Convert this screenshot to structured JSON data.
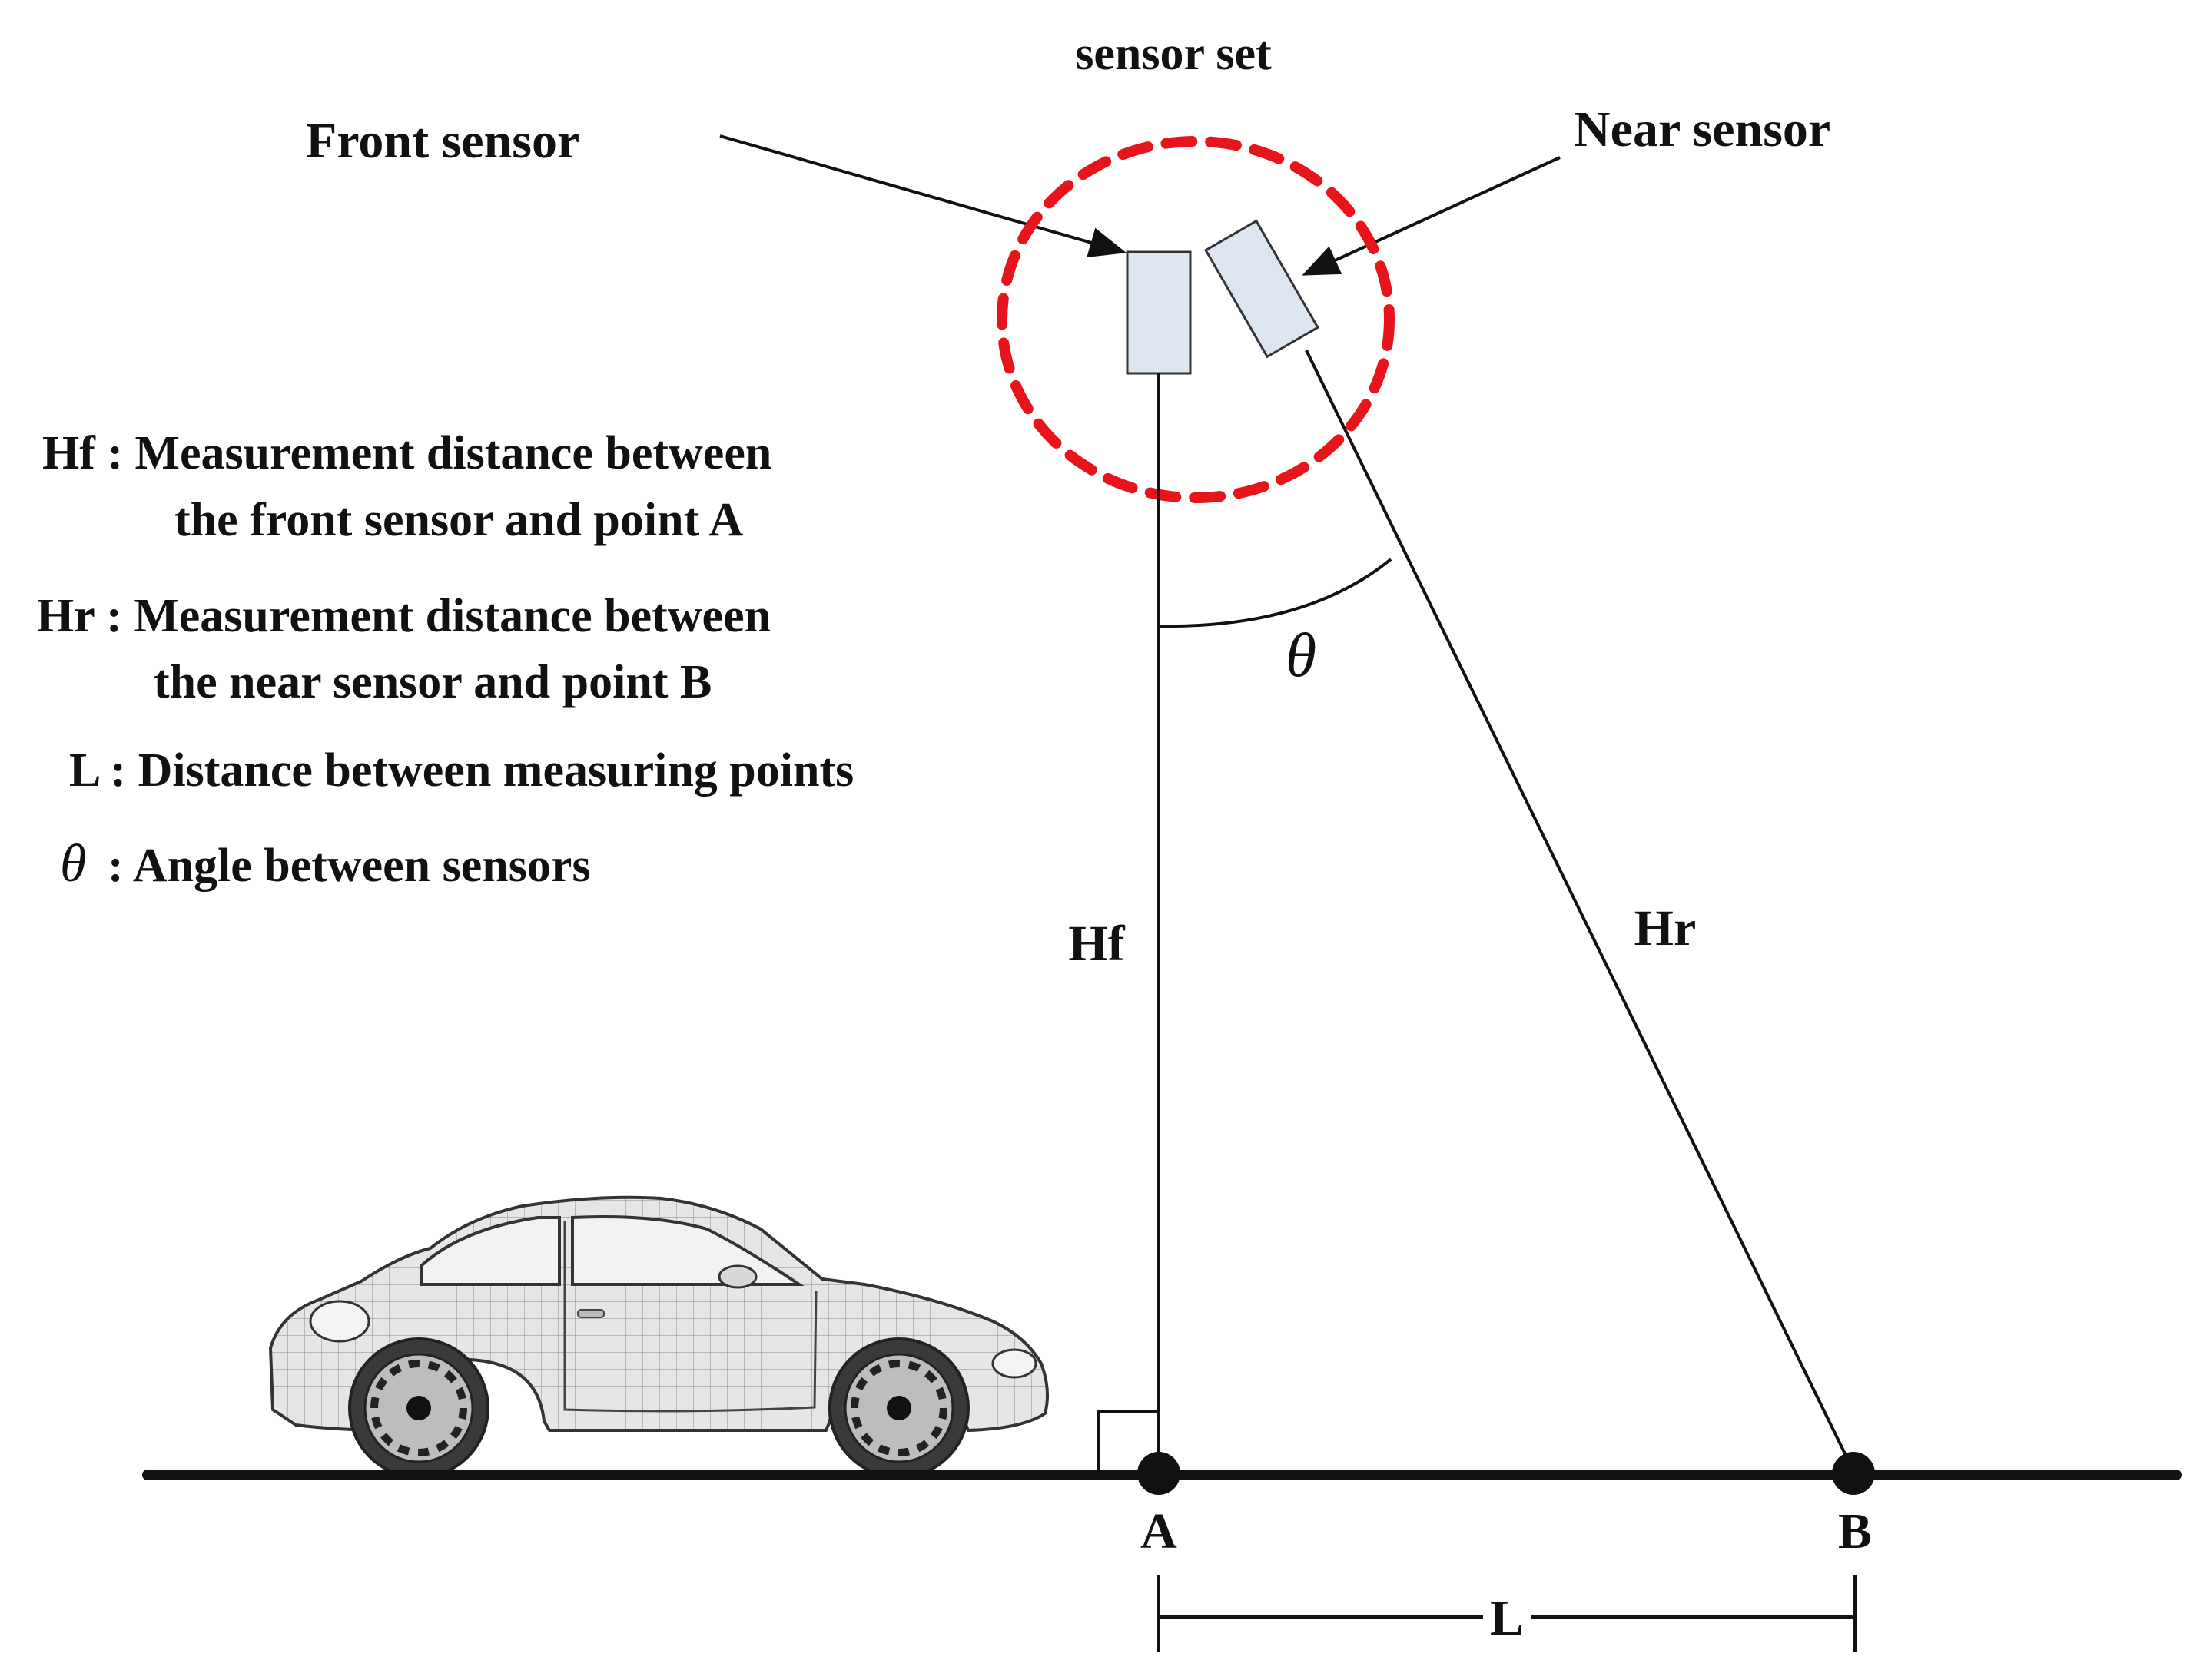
{
  "title": "sensor set",
  "labels": {
    "front_sensor": "Front sensor",
    "near_sensor": "Near sensor",
    "hf": "Hf",
    "hr": "Hr",
    "theta": "θ",
    "point_a": "A",
    "point_b": "B",
    "distance_l": "L"
  },
  "legend": {
    "hf_line1": "Hf : Measurement distance between",
    "hf_line2": "the front sensor and point A",
    "hr_line1": "Hr : Measurement distance between",
    "hr_line2": "the near sensor and point B",
    "l_line": "L : Distance between measuring points",
    "theta_symbol": "θ",
    "theta_line": ": Angle between sensors"
  },
  "colors": {
    "ink": "#111111",
    "sensor_fill": "#dde6f0",
    "sensor_stroke": "#333333",
    "highlight_circle": "#e8141b",
    "car_body": "#e4e4e4"
  }
}
